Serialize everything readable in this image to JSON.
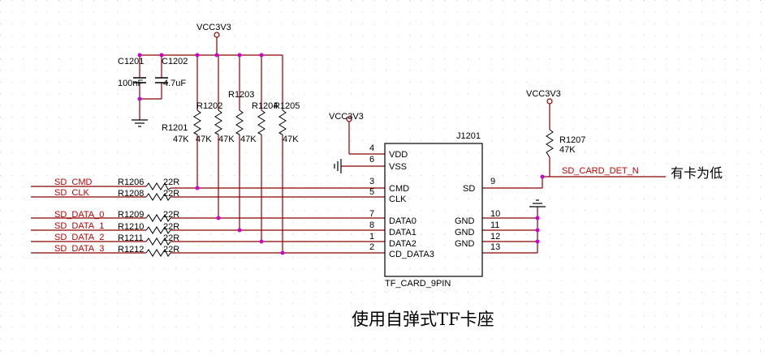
{
  "power": {
    "vcc_top": "VCC3V3",
    "vcc_mid": "VCC3V3",
    "vcc_right": "VCC3V3"
  },
  "caps": [
    {
      "ref": "C1201",
      "value": "100nF"
    },
    {
      "ref": "C1202",
      "value": "4.7uF"
    }
  ],
  "pullups": [
    {
      "ref": "R1201",
      "value": "47K"
    },
    {
      "ref": "R1202",
      "value": "47K"
    },
    {
      "ref": "R1203",
      "value": "47K"
    },
    {
      "ref": "R1204",
      "value": "47K"
    },
    {
      "ref": "R1205",
      "value": "47K"
    }
  ],
  "det_resistor": {
    "ref": "R1207",
    "value": "47K"
  },
  "series": [
    {
      "ref": "R1206",
      "value": "22R"
    },
    {
      "ref": "R1208",
      "value": "22R"
    },
    {
      "ref": "R1209",
      "value": "22R"
    },
    {
      "ref": "R1210",
      "value": "22R"
    },
    {
      "ref": "R1211",
      "value": "22R"
    },
    {
      "ref": "R1212",
      "value": "22R"
    }
  ],
  "nets": [
    "SD_CMD",
    "SD_CLK",
    "SD_DATA_0",
    "SD_DATA_1",
    "SD_DATA_2",
    "SD_DATA_3"
  ],
  "connector": {
    "ref": "J1201",
    "part": "TF_CARD_9PIN",
    "left_pins": [
      {
        "num": "4",
        "name": "VDD"
      },
      {
        "num": "6",
        "name": "VSS"
      },
      {
        "num": "3",
        "name": "CMD"
      },
      {
        "num": "5",
        "name": "CLK"
      },
      {
        "num": "7",
        "name": "DATA0"
      },
      {
        "num": "8",
        "name": "DATA1"
      },
      {
        "num": "1",
        "name": "DATA2"
      },
      {
        "num": "2",
        "name": "CD_DATA3"
      }
    ],
    "right_pins": [
      {
        "num": "9",
        "name": "SD"
      },
      {
        "num": "10",
        "name": "GND"
      },
      {
        "num": "11",
        "name": "GND"
      },
      {
        "num": "12",
        "name": "GND"
      },
      {
        "num": "13",
        "name": ""
      }
    ]
  },
  "det_net": "SD_CARD_DET_N",
  "det_note": "有卡为低",
  "caption": "使用自弹式TF卡座",
  "colors": {
    "wire": "#8b0000",
    "net_label": "#c00000",
    "junction": "#d000d0",
    "grid": "#c8c8c8"
  }
}
